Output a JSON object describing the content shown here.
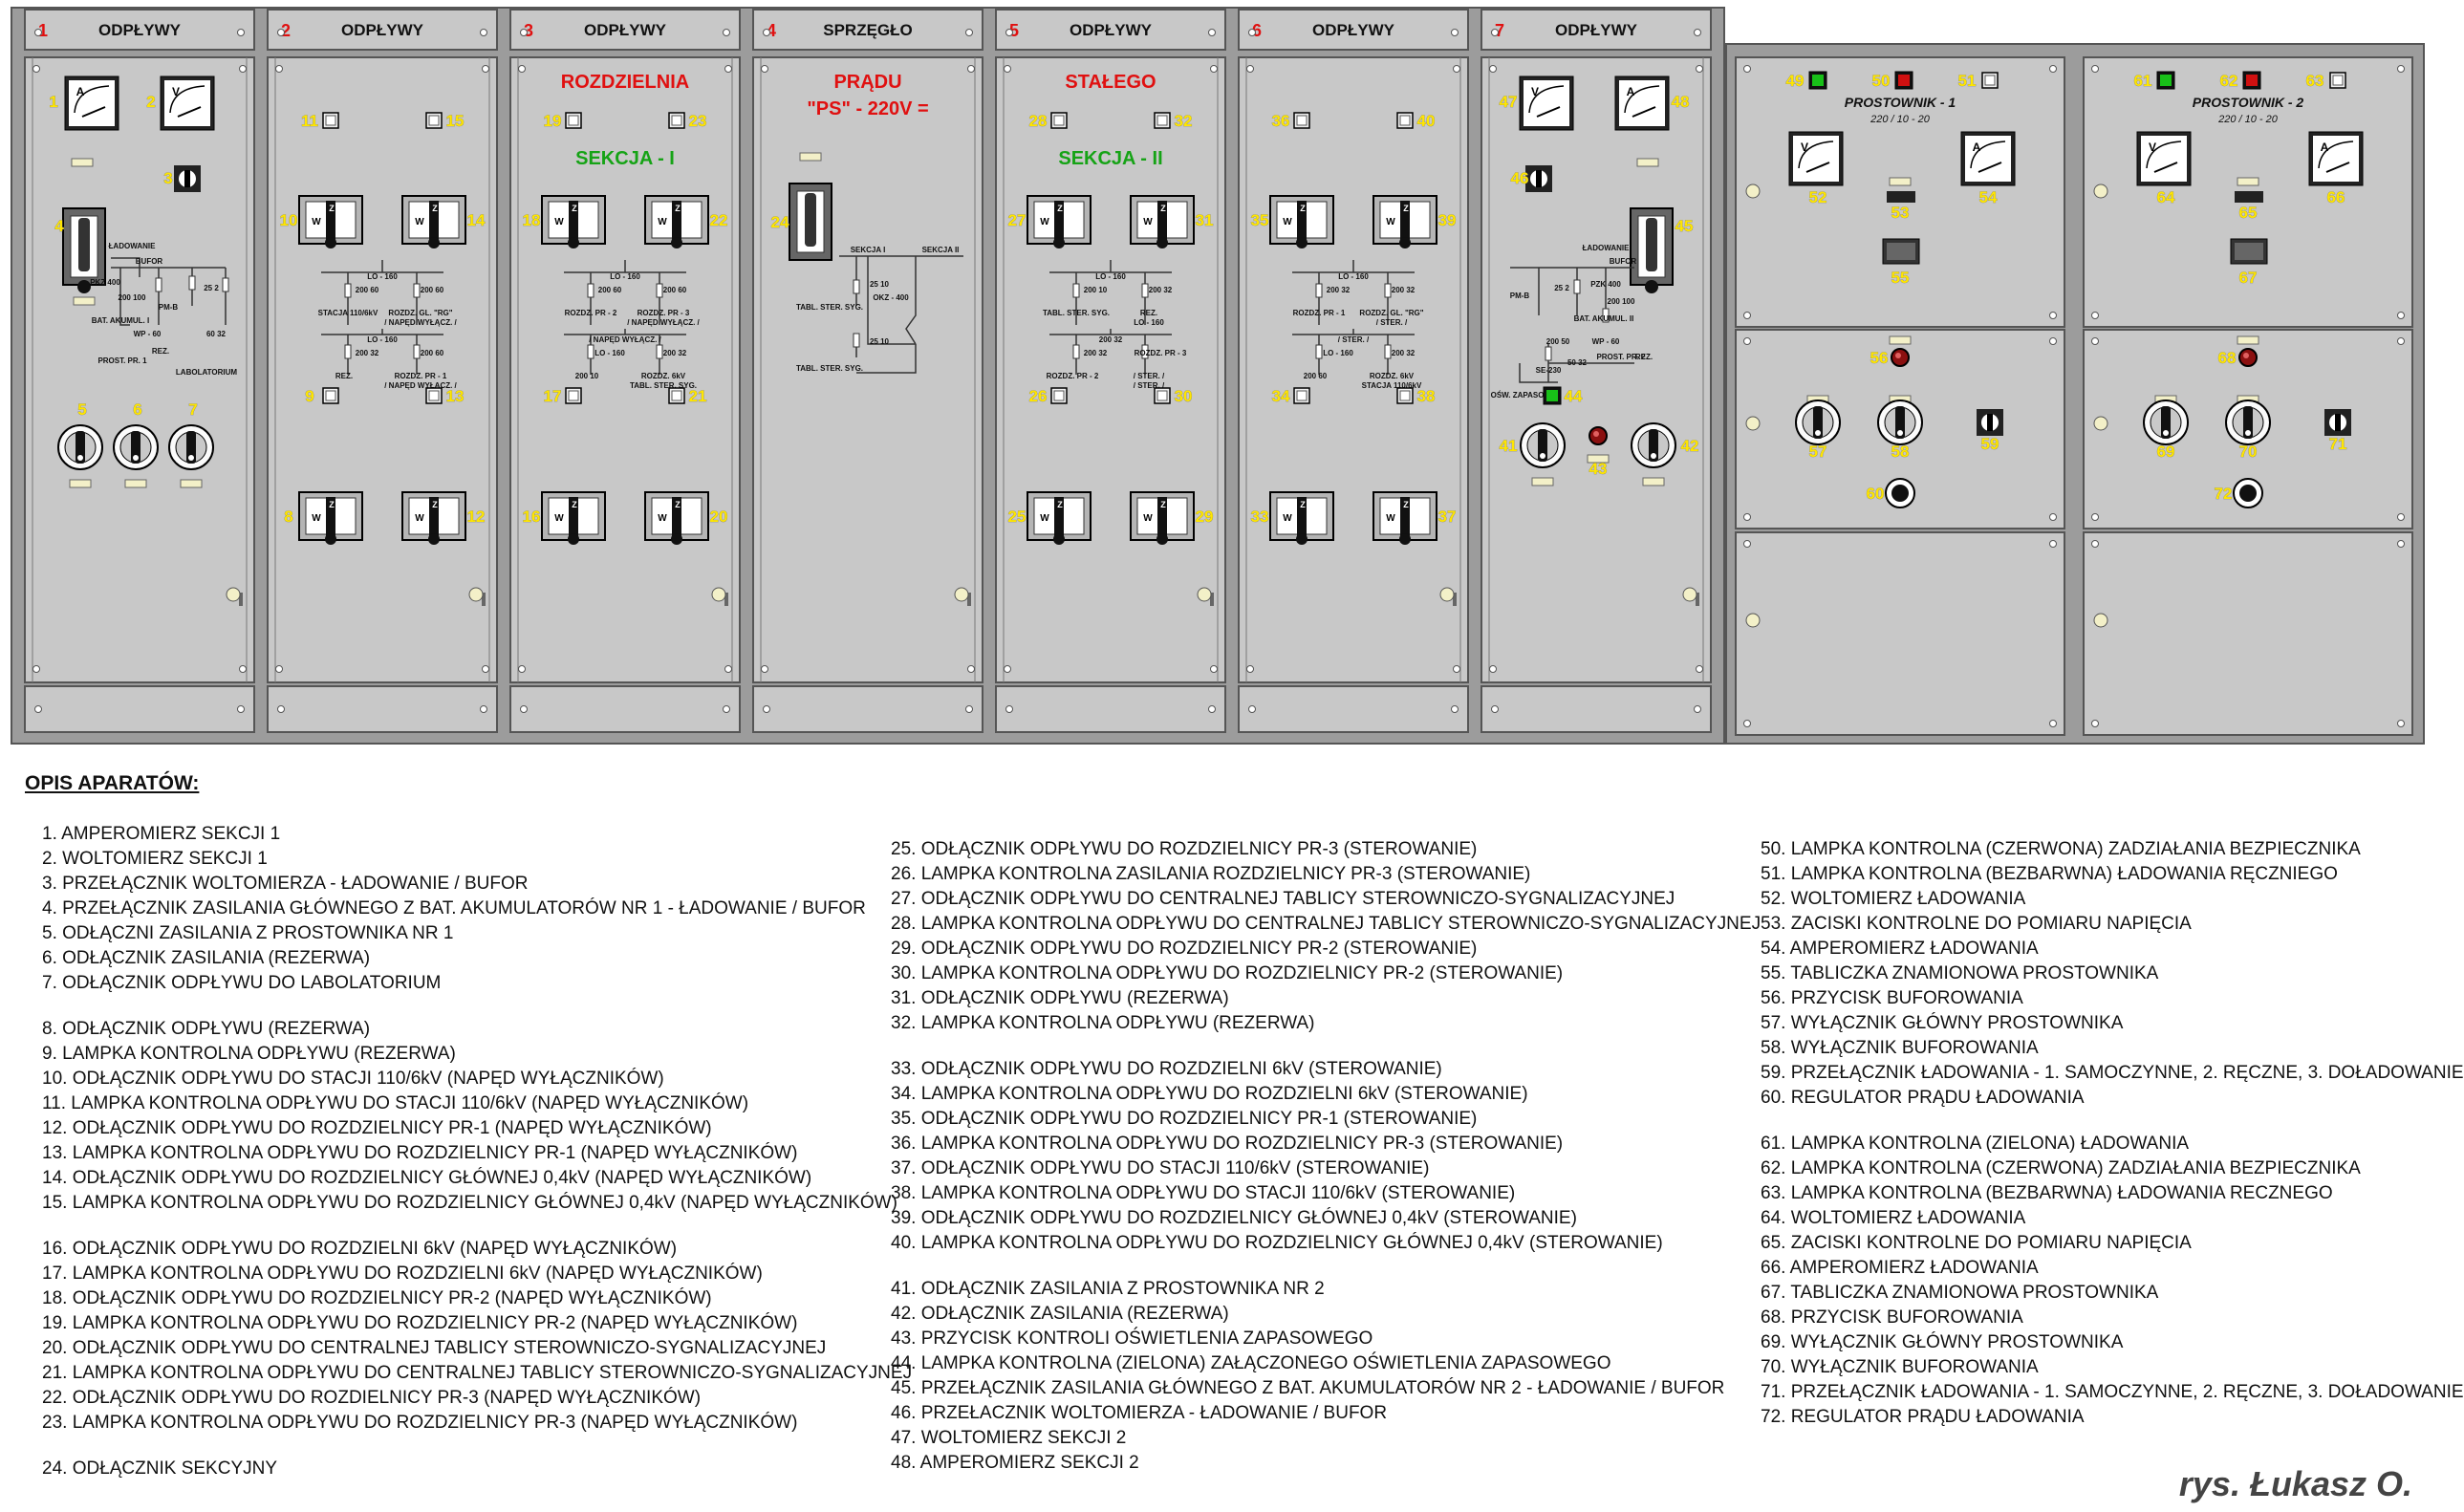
{
  "board": {
    "panels": [
      {
        "number": "1",
        "header": "ODPŁYWY",
        "line1": "",
        "line2": ""
      },
      {
        "number": "2",
        "header": "ODPŁYWY",
        "line1": "",
        "line2": ""
      },
      {
        "number": "3",
        "header": "ODPŁYWY",
        "line1": "ROZDZIELNIA",
        "line2": "SEKCJA - I"
      },
      {
        "number": "4",
        "header": "SPRZĘGŁO",
        "line1": "PRĄDU",
        "line2": "\"PS\" - 220V ="
      },
      {
        "number": "5",
        "header": "ODPŁYWY",
        "line1": "STAŁEGO",
        "line2": "SEKCJA - II"
      },
      {
        "number": "6",
        "header": "ODPŁYWY",
        "line1": "",
        "line2": ""
      },
      {
        "number": "7",
        "header": "ODPŁYWY",
        "line1": "",
        "line2": ""
      }
    ],
    "rectifiers": [
      {
        "title": "PROSTOWNIK - 1",
        "rating": "220 / 10 - 20"
      },
      {
        "title": "PROSTOWNIK - 2",
        "rating": "220 / 10 - 20"
      }
    ],
    "device_numbers": {
      "p1": [
        "1",
        "2",
        "3",
        "4",
        "5",
        "6",
        "7"
      ],
      "p2": [
        "11",
        "15",
        "10",
        "14",
        "9",
        "13",
        "8",
        "12"
      ],
      "p3": [
        "19",
        "23",
        "18",
        "22",
        "17",
        "21",
        "16",
        "20"
      ],
      "p4": [
        "24"
      ],
      "p5": [
        "28",
        "32",
        "27",
        "31",
        "26",
        "30",
        "25",
        "29"
      ],
      "p6": [
        "36",
        "40",
        "35",
        "39",
        "34",
        "38",
        "33",
        "37"
      ],
      "p7": [
        "47",
        "48",
        "46",
        "45",
        "44",
        "41",
        "43",
        "42"
      ],
      "r1": [
        "49",
        "50",
        "51",
        "52",
        "53",
        "54",
        "55",
        "56",
        "57",
        "58",
        "59",
        "60"
      ],
      "r2": [
        "61",
        "62",
        "63",
        "64",
        "65",
        "66",
        "67",
        "68",
        "69",
        "70",
        "71",
        "72"
      ]
    },
    "schematic_labels": {
      "p1": [
        "ŁADOWANIE",
        "BUFOR",
        "PKZ 400",
        "200 100",
        "25 2",
        "BAT. AKUMUL. I",
        "PM-B",
        "WP - 60",
        "60 32",
        "PROST. PR. 1",
        "REZ.",
        "LABOLATORIUM"
      ],
      "p2": [
        "LO - 160",
        "200 60",
        "200 60",
        "STACJA 110/6kV",
        "ROZDZ. GL. \"RG\"",
        "/ NAPĘD WYŁĄCZ. /",
        "LO - 160",
        "200 32",
        "200 60",
        "REZ.",
        "ROZDZ. PR - 1",
        "/ NAPĘD WYŁĄCZ. /"
      ],
      "p3": [
        "LO - 160",
        "200 60",
        "200 60",
        "ROZDZ. PR - 2",
        "ROZDZ. PR - 3",
        "/ NAPĘD WYŁĄCZ. /",
        "/ NAPĘD WYŁĄCZ. /",
        "LO - 160",
        "200 32",
        "200 10",
        "ROZDZ. 6kV",
        "TABL. STER. SYG."
      ],
      "p4": [
        "SEKCJA I",
        "SEKCJA II",
        "25 10",
        "OKZ - 400",
        "TABL. STER. SYG.",
        "25 10",
        "TABL. STER. SYG."
      ],
      "p5": [
        "LO - 160",
        "200 10",
        "200 32",
        "TABL. STER. SYG.",
        "REZ.",
        "LO - 160",
        "200 32",
        "200 32",
        "ROZDZ. PR - 3",
        "ROZDZ. PR - 2",
        "/ STER. /",
        "/ STER. /"
      ],
      "p6": [
        "LO - 160",
        "200 32",
        "200 32",
        "ROZDZ. PR - 1",
        "ROZDZ. GL. \"RG\"",
        "/ STER. /",
        "/ STER. /",
        "LO - 160",
        "200 32",
        "200 60",
        "ROZDZ. 6kV",
        "STACJA 110/6kV"
      ],
      "p7": [
        "ŁADOWANIE",
        "BUFOR",
        "PZK 400",
        "200 100",
        "25 2",
        "BAT. AKUMUL. II",
        "PM-B",
        "WP - 60",
        "200 50",
        "SE-230",
        "50 32",
        "PROST. PR. 2",
        "REZ.",
        "OŚW. ZAPASOWE"
      ]
    }
  },
  "legend": {
    "heading": "OPIS APARATÓW:",
    "col1": [
      "1. AMPEROMIERZ SEKCJI 1",
      "2. WOLTOMIERZ SEKCJI 1",
      "3. PRZEŁĄCZNIK WOLTOMIERZA - ŁADOWANIE / BUFOR",
      "4. PRZEŁĄCZNIK ZASILANIA GŁÓWNEGO Z BAT. AKUMULATORÓW NR 1 - ŁADOWANIE / BUFOR",
      "5. ODŁĄCZNI ZASILANIA Z PROSTOWNIKA NR 1",
      "6. ODŁĄCZNIK ZASILANIA (REZERWA)",
      "7. ODŁĄCZNIK ODPŁYWU DO LABOLATORIUM",
      "",
      "8. ODŁĄCZNIK ODPŁYWU (REZERWA)",
      "9. LAMPKA KONTROLNA ODPŁYWU (REZERWA)",
      "10. ODŁĄCZNIK ODPŁYWU DO STACJI 110/6kV (NAPĘD WYŁĄCZNIKÓW)",
      "11. LAMPKA KONTROLNA ODPŁYWU DO STACJI 110/6kV (NAPĘD WYŁĄCZNIKÓW)",
      "12. ODŁĄCZNIK ODPŁYWU DO ROZDZIELNICY PR-1 (NAPĘD WYŁĄCZNIKÓW)",
      "13. LAMPKA KONTROLNA ODPŁYWU DO ROZDZIELNICY PR-1 (NAPĘD WYŁĄCZNIKÓW)",
      "14. ODŁĄCZNIK ODPŁYWU DO ROZDZIELNICY GŁÓWNEJ 0,4kV (NAPĘD WYŁĄCZNIKÓW)",
      "15. LAMPKA KONTROLNA ODPŁYWU DO ROZDZIELNICY GŁÓWNEJ 0,4kV (NAPĘD WYŁĄCZNIKÓW)",
      "",
      "16. ODŁĄCZNIK ODPŁYWU DO ROZDZIELNI 6kV (NAPĘD WYŁĄCZNIKÓW)",
      "17. LAMPKA KONTROLNA ODPŁYWU DO ROZDZIELNI 6kV (NAPĘD WYŁĄCZNIKÓW)",
      "18. ODŁĄCZNIK ODPŁYWU DO ROZDZIELNICY PR-2 (NAPĘD WYŁĄCZNIKÓW)",
      "19. LAMPKA KONTROLNA ODPŁYWU DO ROZDZIELNICY PR-2 (NAPĘD WYŁĄCZNIKÓW)",
      "20. ODŁĄCZNIK ODPŁYWU DO CENTRALNEJ TABLICY STEROWNICZO-SYGNALIZACYJNEJ",
      "21. LAMPKA KONTROLNA ODPŁYWU DO CENTRALNEJ TABLICY STEROWNICZO-SYGNALIZACYJNEJ",
      "22. ODŁĄCZNIK ODPŁYWU DO ROZDIELNICY PR-3 (NAPĘD WYŁĄCZNIKÓW)",
      "23. LAMPKA KONTROLNA ODPŁYWU DO ROZDZIELNICY PR-3 (NAPĘD WYŁĄCZNIKÓW)",
      "",
      "24. ODŁĄCZNIK SEKCYJNY"
    ],
    "col2": [
      "25. ODŁĄCZNIK ODPŁYWU DO ROZDZIELNICY PR-3 (STEROWANIE)",
      "26. LAMPKA KONTROLNA ZASILANIA ROZDZIELNICY PR-3 (STEROWANIE)",
      "27. ODŁĄCZNIK ODPŁYWU DO CENTRALNEJ TABLICY STEROWNICZO-SYGNALIZACYJNEJ",
      "28. LAMPKA KONTROLNA ODPŁYWU DO CENTRALNEJ TABLICY STEROWNICZO-SYGNALIZACYJNEJ",
      "29. ODŁĄCZNIK ODPŁYWU DO ROZDZIELNICY PR-2 (STEROWANIE)",
      "30. LAMPKA KONTROLNA ODPŁYWU DO ROZDZIELNICY PR-2 (STEROWANIE)",
      "31. ODŁĄCZNIK ODPŁYWU (REZERWA)",
      "32. LAMPKA KONTROLNA ODPŁYWU (REZERWA)",
      "",
      "33. ODŁĄCZNIK ODPŁYWU DO ROZDZIELNI 6kV (STEROWANIE)",
      "34. LAMPKA KONTROLNA ODPŁYWU DO ROZDZIELNI 6kV (STEROWANIE)",
      "35. ODŁĄCZNIK ODPŁYWU DO ROZDZIELNICY PR-1 (STEROWANIE)",
      "36. LAMPKA KONTROLNA ODPŁYWU DO ROZDZIELNICY PR-3 (STEROWANIE)",
      "37. ODŁĄCZNIK ODPŁYWU DO STACJI 110/6kV (STEROWANIE)",
      "38. LAMPKA KONTROLNA ODPŁYWU DO STACJI 110/6kV (STEROWANIE)",
      "39. ODŁĄCZNIK ODPŁYWU DO ROZDZIELNICY GŁÓWNEJ 0,4kV (STEROWANIE)",
      "40. LAMPKA KONTROLNA ODPŁYWU DO ROZDZIELNICY GŁÓWNEJ 0,4kV (STEROWANIE)",
      "",
      "41. ODŁĄCZNIK ZASILANIA Z PROSTOWNIKA NR 2",
      "42. ODŁĄCZNIK ZASILANIA (REZERWA)",
      "43. PRZYCISK KONTROLI OŚWIETLENIA ZAPASOWEGO",
      "44. LAMPKA KONTROLNA (ZIELONA) ZAŁĄCZONEGO OŚWIETLENIA ZAPASOWEGO",
      "45. PRZEŁĄCZNIK ZASILANIA GŁÓWNEGO Z BAT. AKUMULATORÓW NR 2 - ŁADOWANIE / BUFOR",
      "46. PRZEŁACZNIK WOLTOMIERZA - ŁADOWANIE / BUFOR",
      "47. WOLTOMIERZ SEKCJI 2",
      "48. AMPEROMIERZ SEKCJI 2"
    ],
    "col3": [
      "50. LAMPKA KONTROLNA (CZERWONA) ZADZIAŁANIA BEZPIECZNIKA",
      "51. LAMPKA KONTROLNA (BEZBARWNA) ŁADOWANIA RĘCZNIEGO",
      "52. WOLTOMIERZ ŁADOWANIA",
      "53. ZACISKI KONTROLNE DO POMIARU NAPIĘCIA",
      "54. AMPEROMIERZ ŁADOWANIA",
      "55. TABLICZKA ZNAMIONOWA PROSTOWNIKA",
      "56. PRZYCISK BUFOROWANIA",
      "57. WYŁĄCZNIK GŁÓWNY PROSTOWNIKA",
      "58. WYŁĄCZNIK BUFOROWANIA",
      "59. PRZEŁĄCZNIK ŁADOWANIA - 1. SAMOCZYNNE, 2. RĘCZNE, 3. DOŁADOWANIE",
      "60. REGULATOR PRĄDU ŁADOWANIA",
      "",
      "61. LAMPKA KONTROLNA (ZIELONA) ŁADOWANIA",
      "62. LAMPKA KONTROLNA (CZERWONA) ZADZIAŁANIA BEZPIECZNIKA",
      "63. LAMPKA KONTROLNA (BEZBARWNA) ŁADOWANIA RECZNEGO",
      "64. WOLTOMIERZ ŁADOWANIA",
      "65. ZACISKI KONTROLNE DO POMIARU NAPIĘCIA",
      "66. AMPEROMIERZ ŁADOWANIA",
      "67. TABLICZKA ZNAMIONOWA PROSTOWNIKA",
      "68. PRZYCISK BUFOROWANIA",
      "69. WYŁĄCZNIK GŁÓWNY PROSTOWNIKA",
      "70. WYŁĄCZNIK BUFOROWANIA",
      "71. PRZEŁĄCZNIK ŁADOWANIA - 1. SAMOCZYNNE, 2. RĘCZNE, 3. DOŁADOWANIE",
      "72. REGULATOR PRĄDU ŁADOWANIA"
    ]
  },
  "signature": "rys. Łukasz O.",
  "colors": {
    "panel_fill": "#c8c8c8",
    "frame": "#8a8a8a",
    "number_yellow": "#ffe600",
    "title_red": "#e01010",
    "section_green": "#16a316",
    "lamp_green": "#18c018",
    "lamp_red": "#d01010"
  }
}
